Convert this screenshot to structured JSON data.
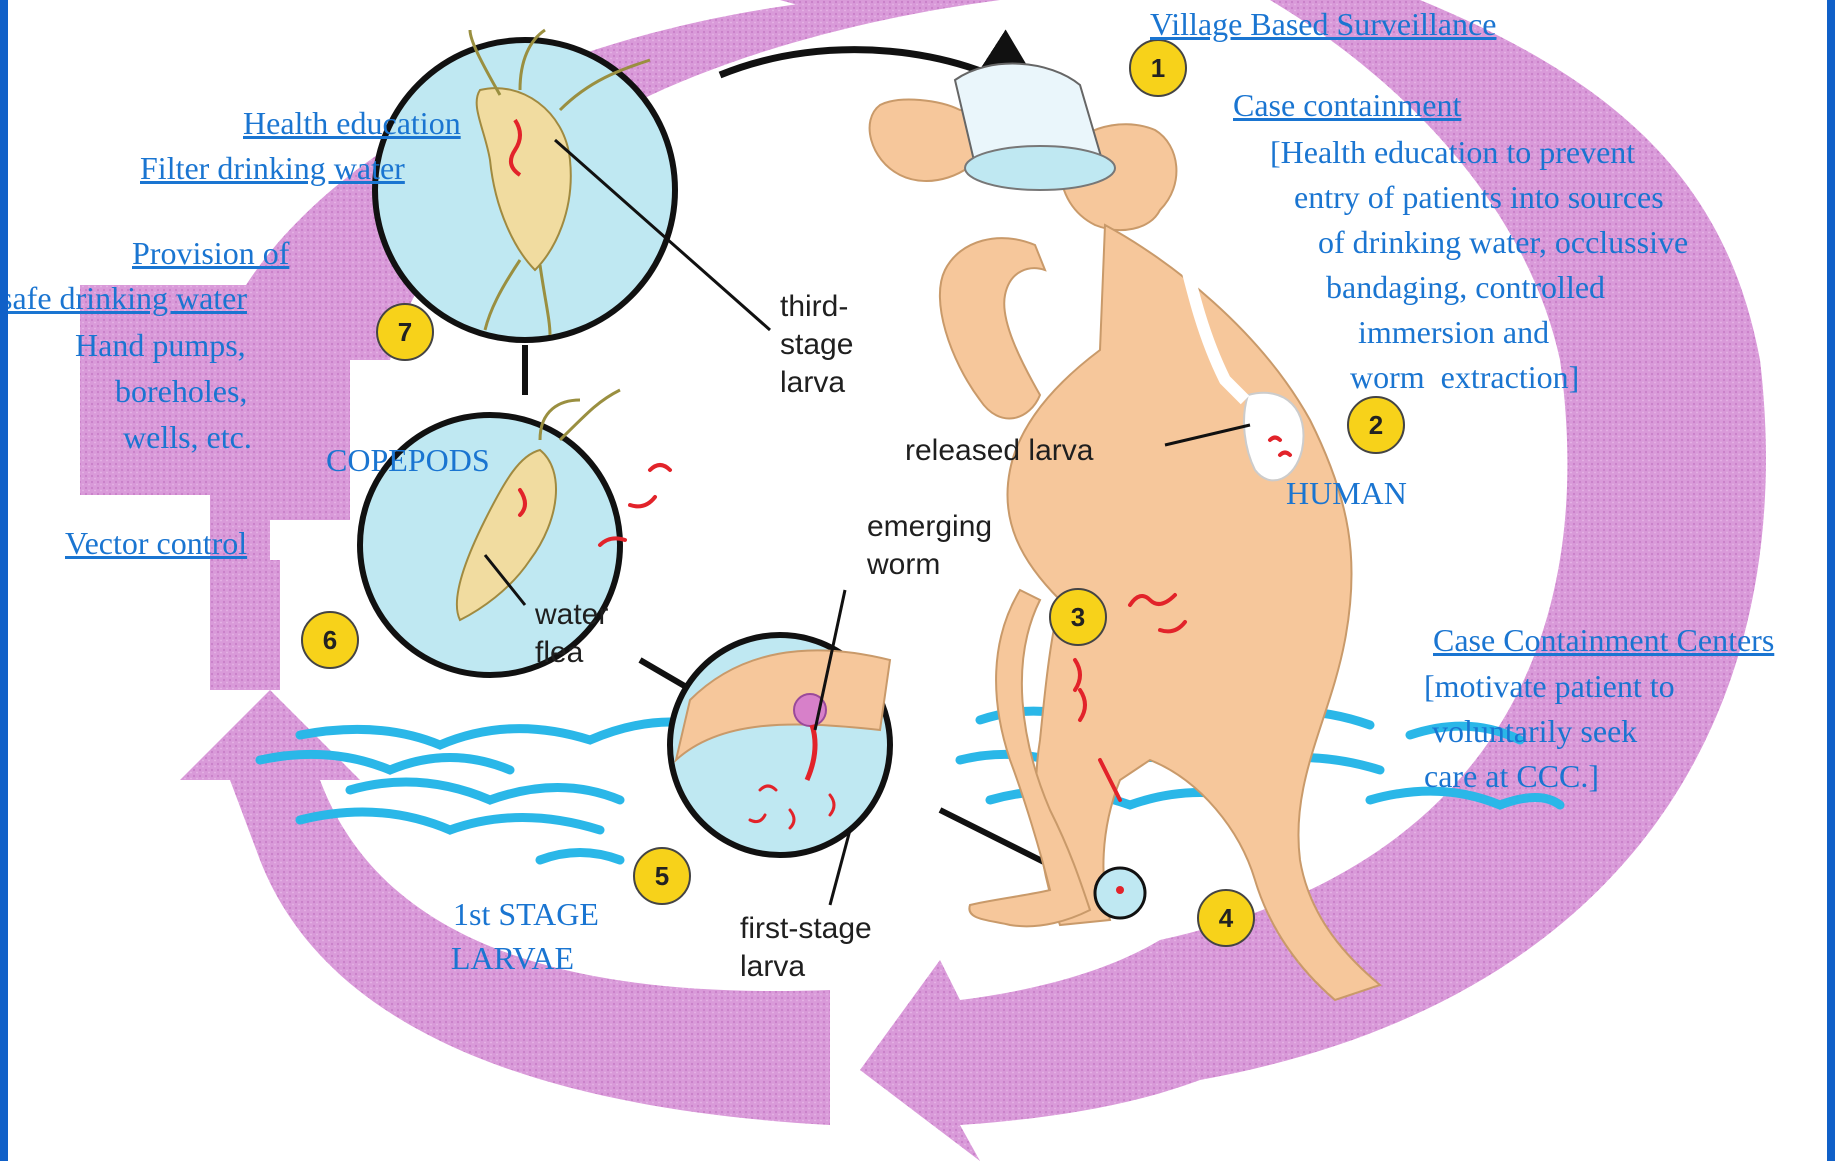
{
  "colors": {
    "cycle_arrow": "#d99ad9",
    "link_text": "#1a75d1",
    "water": "#2ab7e8",
    "circle_fill": "#bfe8f2",
    "skin": "#f6c79b",
    "larva": "#e2232a",
    "step_badge": "#f7d21a",
    "frame_edge": "#1060c8"
  },
  "links": {
    "village": "Village Based Surveillance",
    "case_containment": "Case containment",
    "health_education": "Health education",
    "filter_water": "Filter drinking water",
    "provision_of": "Provision of",
    "safe_water": "safe drinking water",
    "vector_control": "Vector control",
    "ccc": "Case Containment Centers"
  },
  "text": {
    "case_detail": "[Health education to prevent\n   entry of patients into sources\n      of drinking water, occlussive\n       bandaging, controlled\n           immersion and\n          worm  extraction]",
    "pumps": "Hand pumps,\n     boreholes,\n      wells, etc.",
    "ccc_detail": "[motivate patient to\n voluntarily seek\ncare at CCC.]",
    "copepods": "COPEPODS",
    "human": "HUMAN",
    "larvae_stage1": "1st STAGE",
    "larvae_word": "LARVAE"
  },
  "diagram_labels": {
    "third_stage": "third-\nstage\nlarva",
    "released": "released larva",
    "emerging": "emerging\nworm",
    "water_flea": "water\nflea",
    "first_stage": "first-stage\nlarva"
  },
  "steps": [
    "1",
    "2",
    "3",
    "4",
    "5",
    "6",
    "7"
  ]
}
